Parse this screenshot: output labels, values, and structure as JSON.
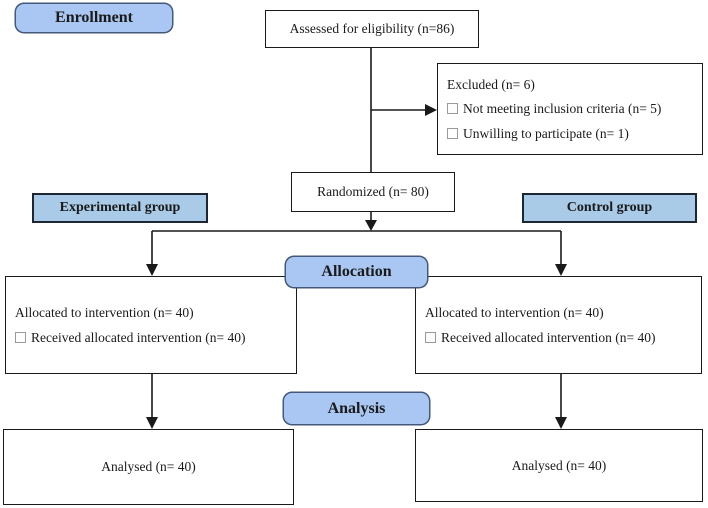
{
  "diagram": {
    "stages": {
      "enrollment": "Enrollment",
      "allocation": "Allocation",
      "analysis": "Analysis"
    },
    "groups": {
      "experimental": "Experimental group",
      "control": "Control group"
    },
    "boxes": {
      "assessed": {
        "text": "Assessed for eligibility (n=86)"
      },
      "excluded": {
        "title": "Excluded (n= 6)",
        "items": [
          "Not meeting inclusion criteria (n= 5)",
          "Unwilling to participate (n= 1)"
        ]
      },
      "randomized": {
        "text": "Randomized (n= 80)"
      },
      "alloc_experimental": {
        "line1": "Allocated to intervention (n= 40)",
        "line2": "Received allocated intervention (n= 40)"
      },
      "alloc_control": {
        "line1": "Allocated to intervention (n= 40)",
        "line2": "Received allocated intervention (n= 40)"
      },
      "analysed_experimental": {
        "text": "Analysed (n= 40)"
      },
      "analysed_control": {
        "text": "Analysed (n= 40)"
      }
    },
    "colors": {
      "stage_badge_fill": "#a9c7f2",
      "stage_badge_border": "#44597a",
      "group_label_fill": "#a9cbe8",
      "group_label_border": "#1c2733",
      "box_border": "#1a1a1a",
      "checkbox_border": "#9a9a9a"
    }
  }
}
